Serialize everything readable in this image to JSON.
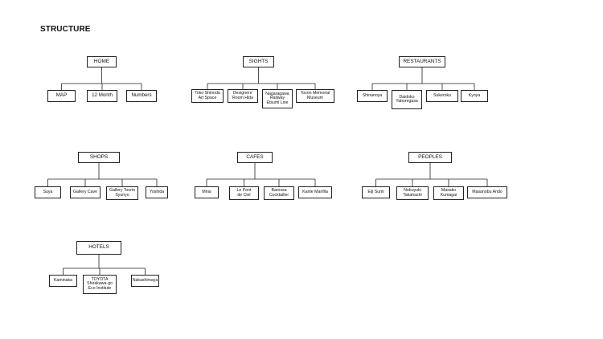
{
  "title": "STRUCTURE",
  "groups": [
    {
      "id": "home",
      "label": "HOME",
      "children": [
        "MAP",
        "12 Month",
        "Numbers"
      ]
    },
    {
      "id": "sights",
      "label": "SIGHTS",
      "children": [
        "Toko Shinoda\nArt Space",
        "Designers'\nRoom Hida",
        "Nagaragawa\nRailway\nEtsumi Line",
        "Toson Memorial\nMuseum"
      ]
    },
    {
      "id": "restaurants",
      "label": "RESTAURANTS",
      "children": [
        "Shinanoya",
        "Daidoko\nYaburegasa",
        "Sukeroku",
        "Kyoya"
      ]
    },
    {
      "id": "shops",
      "label": "SHOPS",
      "children": [
        "Suya",
        "Gallery Cave",
        "Gallery Tourin\nSyunyo",
        "Yoshida"
      ]
    },
    {
      "id": "cafes",
      "label": "CAFES",
      "children": [
        "Mirai",
        "Le Pont\nde Ciel",
        "Barossa\nCocktailier",
        "Kante Manfila"
      ]
    },
    {
      "id": "peoples",
      "label": "PEOPLES",
      "children": [
        "Eiji Sumi",
        "Nobuyuki\nTakahashi",
        "Masako\nKumagai",
        "Masanobu Ando"
      ]
    },
    {
      "id": "hotels",
      "label": "HOTELS",
      "children": [
        "Kaminaka",
        "TOYOTA\nShirakawa-go\nEco Institute",
        "Nakashimaya"
      ]
    }
  ]
}
